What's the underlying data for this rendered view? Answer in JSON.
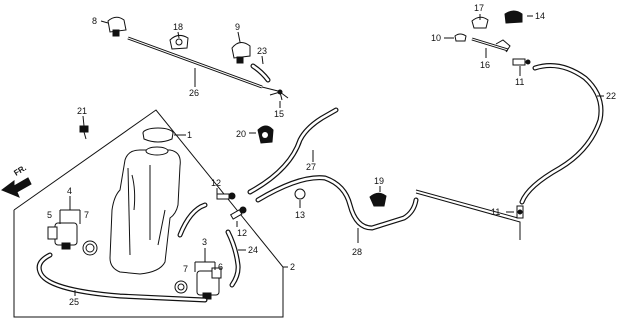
{
  "callouts": {
    "c1": "1",
    "c2": "2",
    "c3": "3",
    "c4": "4",
    "c5": "5",
    "c6": "6",
    "c7a": "7",
    "c7b": "7",
    "c8": "8",
    "c9": "9",
    "c10": "10",
    "c11a": "11",
    "c11b": "11",
    "c12a": "12",
    "c12b": "12",
    "c13": "13",
    "c14": "14",
    "c15": "15",
    "c16": "16",
    "c17": "17",
    "c18": "18",
    "c19": "19",
    "c20": "20",
    "c21": "21",
    "c22": "22",
    "c23": "23",
    "c24": "24",
    "c25": "25",
    "c26": "26",
    "c27": "27",
    "c28": "28"
  },
  "front_arrow_label": "FR."
}
